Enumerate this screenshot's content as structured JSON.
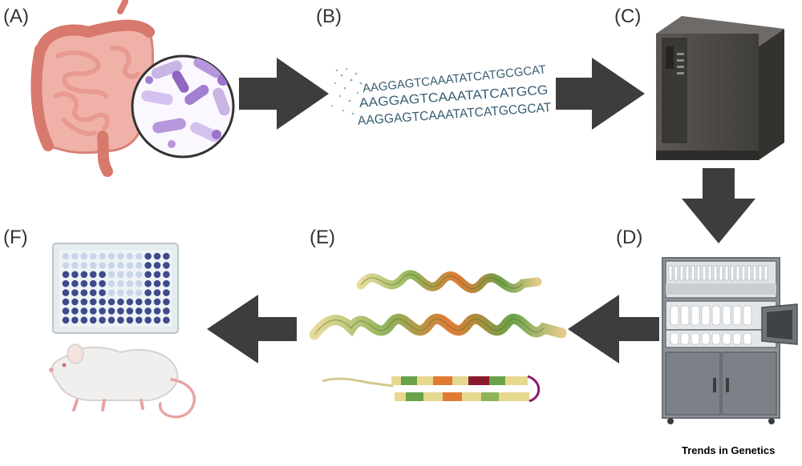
{
  "labels": {
    "a": "(A)",
    "b": "(B)",
    "c": "(C)",
    "d": "(D)",
    "e": "(E)",
    "f": "(F)"
  },
  "dna": {
    "line1": "AAGGAGTCAAATATCATGCGCAT",
    "line2": "AAGGAGTCAAATATCATGCG",
    "line3": "AAGGAGTCAAATATCATGCGCAT"
  },
  "credit": "Trends in Genetics",
  "icons": {
    "gut": "intestine-icon",
    "microbes": "bacteria-magnified-icon",
    "dna": "dna-sequence-icon",
    "computer": "computer-tower-icon",
    "synthesizer": "peptide-synthesizer-icon",
    "peptides": "peptide-structure-icon",
    "plate": "well-plate-icon",
    "mouse": "mouse-icon"
  },
  "colors": {
    "arrow": "#3d3d3d",
    "gut": "#e69a92",
    "bacteria": "#b8a0d8",
    "dna": "#3a5f73",
    "tower": "#4f4c49",
    "machine": "#8e949a",
    "plate_well": "#3e4a8c"
  }
}
